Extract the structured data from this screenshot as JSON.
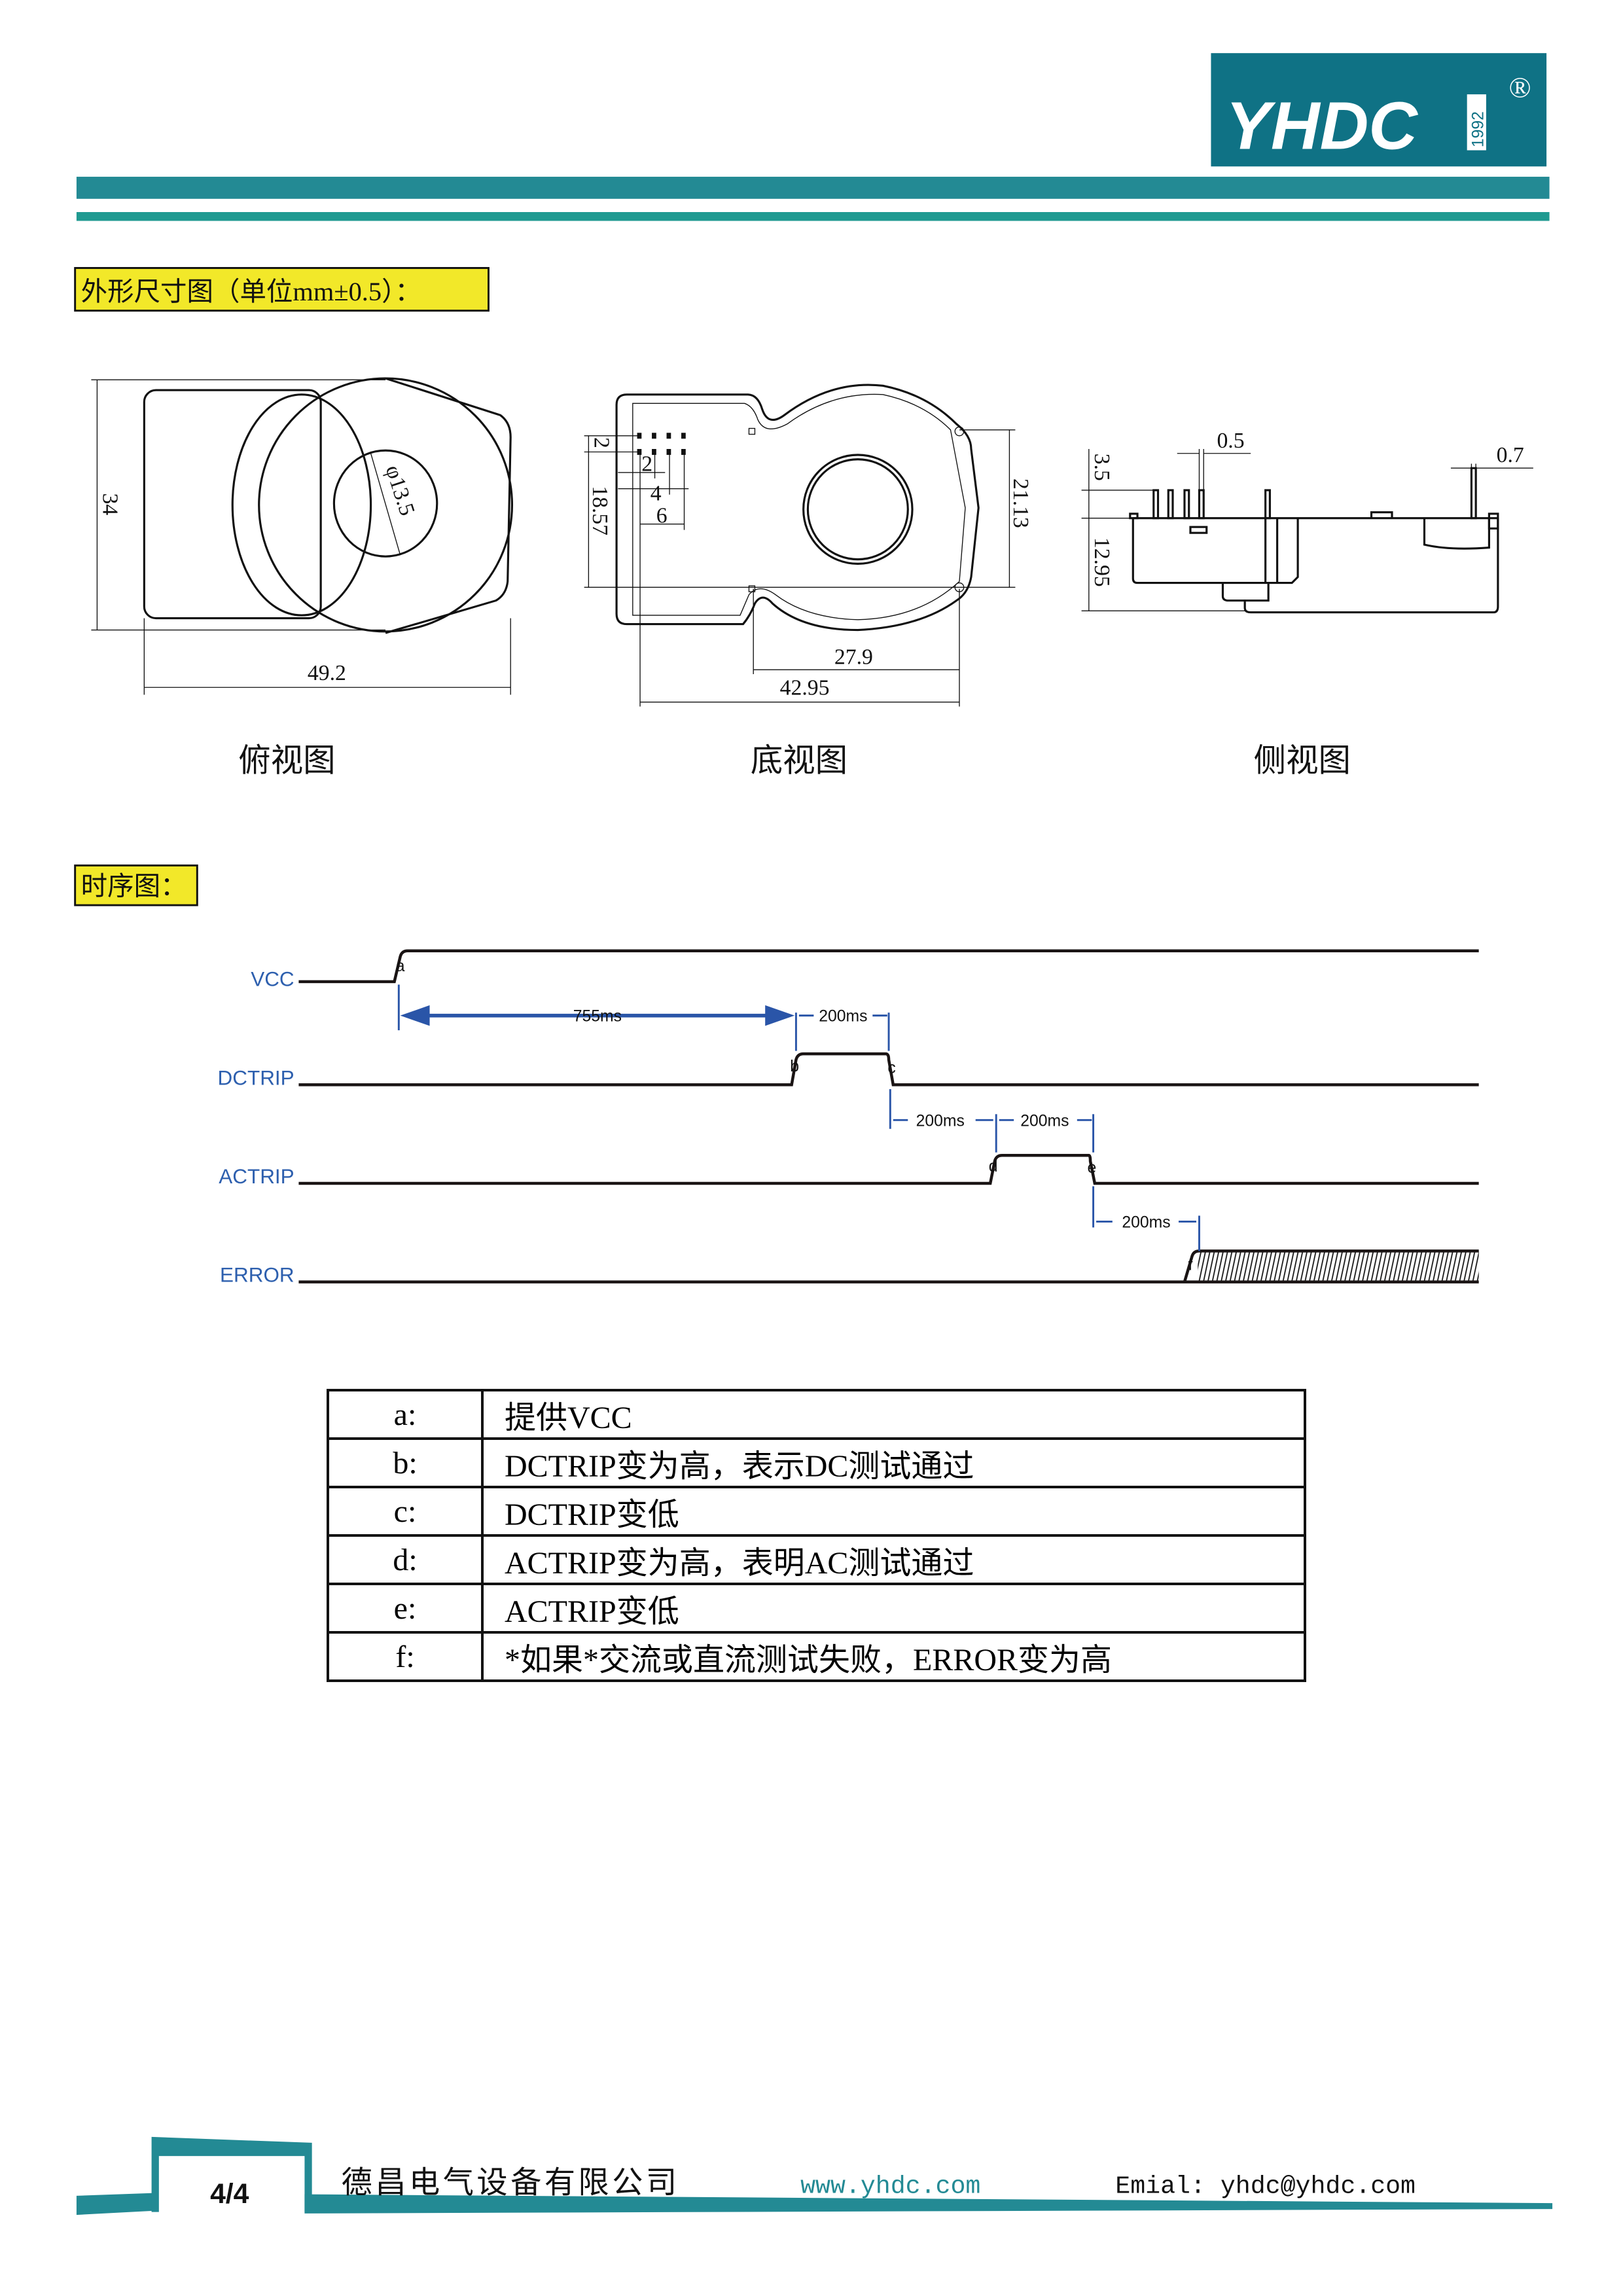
{
  "header": {
    "logo_text": "YHDC",
    "logo_year": "1992",
    "registered": "®",
    "brand_color": "#0f7285",
    "bar_color": "#238a94",
    "bar2_color": "#209a91"
  },
  "dimensions": {
    "title": "外形尺寸图（单位mm±0.5）：",
    "top_view": {
      "caption": "俯视图",
      "height": "34",
      "width": "49.2",
      "hole": "φ13.5"
    },
    "bottom_view": {
      "caption": "底视图",
      "pin_row_gap": "2",
      "pin_pitch": "2",
      "pin_span_4": "4",
      "pin_span_6": "6",
      "height_a": "18.57",
      "height_b": "21.13",
      "width_a": "27.9",
      "width_b": "42.95"
    },
    "side_view": {
      "caption": "侧视图",
      "pin_length": "3.5",
      "body_height": "12.95",
      "pin_width_a": "0.5",
      "pin_width_b": "0.7"
    }
  },
  "timing": {
    "title": "时序图：",
    "signals": [
      "VCC",
      "DCTRIP",
      "ACTRIP",
      "ERROR"
    ],
    "events": [
      "a",
      "b",
      "c",
      "d",
      "e",
      "f"
    ],
    "intervals": [
      "755ms",
      "200ms",
      "200ms",
      "200ms",
      "200ms"
    ],
    "label_color": "#2d5fae"
  },
  "table": {
    "rows": [
      {
        "key": "a:",
        "desc": "提供VCC"
      },
      {
        "key": "b:",
        "desc": "DCTRIP变为高，表示DC测试通过"
      },
      {
        "key": "c:",
        "desc": "DCTRIP变低"
      },
      {
        "key": "d:",
        "desc": "ACTRIP变为高，表明AC测试通过"
      },
      {
        "key": "e:",
        "desc": "ACTRIP变低"
      },
      {
        "key": "f:",
        "desc": "*如果*交流或直流测试失败，ERROR变为高"
      }
    ]
  },
  "footer": {
    "page": "4/4",
    "company": "德昌电气设备有限公司",
    "website": "www.yhdc.com",
    "email": "Emial: yhdc@yhdc.com"
  }
}
